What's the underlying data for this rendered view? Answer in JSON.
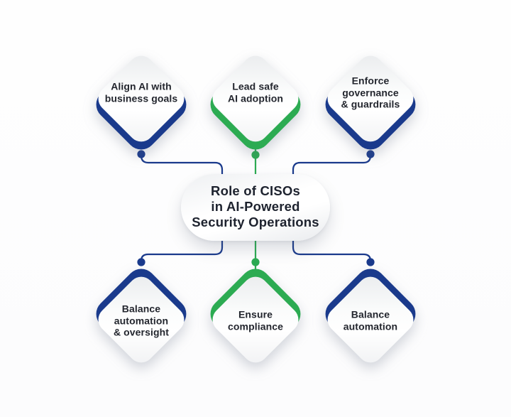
{
  "title": {
    "lines": [
      "Role of CISOs",
      "in AI-Powered",
      "Security Operations"
    ]
  },
  "colors": {
    "navy": "#1a3a8c",
    "green": "#2cab52",
    "text": "#23262e",
    "pill_text": "#1d222e"
  },
  "nodes": {
    "top": [
      {
        "id": "align-ai-business-goals",
        "color": "navy",
        "lines": [
          "Align AI with",
          "business goals"
        ]
      },
      {
        "id": "lead-safe-ai-adoption",
        "color": "green",
        "lines": [
          "Lead safe",
          "AI adoption"
        ]
      },
      {
        "id": "enforce-governance-guardrails",
        "color": "navy",
        "lines": [
          "Enforce",
          "governance",
          "& guardrails"
        ]
      }
    ],
    "bottom": [
      {
        "id": "balance-automation-oversight",
        "color": "navy",
        "lines": [
          "Balance",
          "automation",
          "& oversight"
        ]
      },
      {
        "id": "ensure-compliance",
        "color": "green",
        "lines": [
          "Ensure",
          "compliance"
        ]
      },
      {
        "id": "balance-automation",
        "color": "navy",
        "lines": [
          "Balance",
          "automation"
        ]
      }
    ]
  }
}
